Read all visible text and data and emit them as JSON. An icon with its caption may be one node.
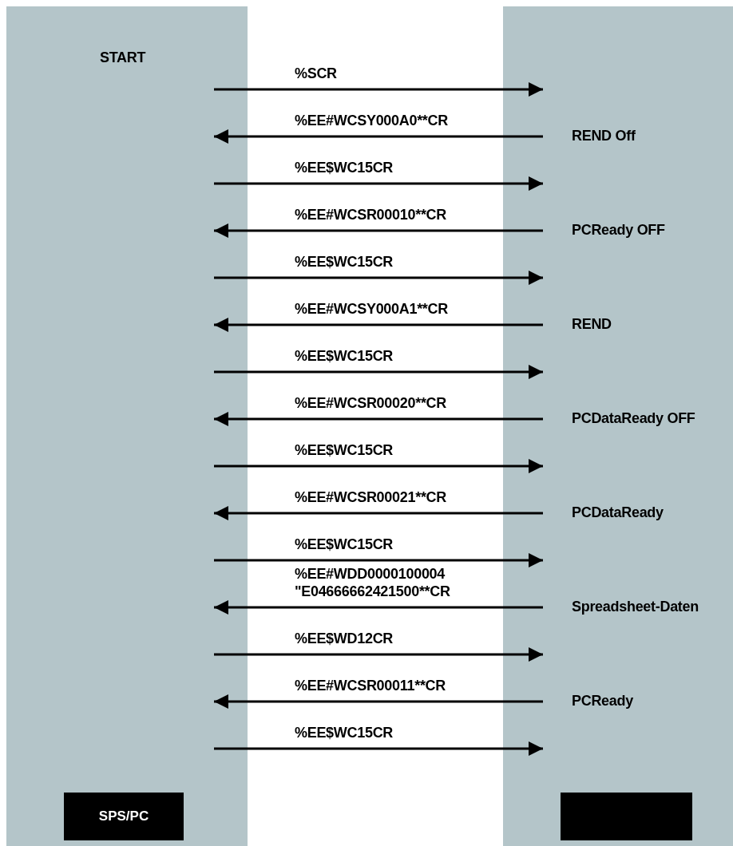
{
  "diagram": {
    "nodes": [
      {
        "text": [],
        "shape": "bar"
      },
      {
        "text": [],
        "shape": "bar"
      },
      {
        "text": [
          "SPS/PC"
        ],
        "in": 0
      },
      {
        "text": [],
        "shape": "box",
        "in": 1
      }
    ],
    "edges": [
      {
        "from": 0,
        "to": 1,
        "arrow": "to",
        "label": "%SCR"
      },
      {
        "from": 1,
        "to": 0,
        "arrow": "to",
        "label": "%EE#WCSY000A0**CR"
      },
      {
        "from": 0,
        "to": 1,
        "arrow": "to",
        "label": "%EE$WC15CR"
      },
      {
        "from": 1,
        "to": 0,
        "arrow": "to",
        "label": "%EE#WCSR00010**CR"
      },
      {
        "from": 0,
        "to": 1,
        "arrow": "to",
        "label": "%EE$WC15CR"
      },
      {
        "from": 1,
        "to": 0,
        "arrow": "to",
        "label": "%EE#WCSY000A1**CR"
      },
      {
        "from": 0,
        "to": 1,
        "arrow": "to",
        "label": "%EE$WC15CR"
      },
      {
        "from": 1,
        "to": 0,
        "arrow": "to",
        "label": "%EE#WCSR00020**CR"
      },
      {
        "from": 0,
        "to": 1,
        "arrow": "to",
        "label": "%EE$WC15CR"
      },
      {
        "from": 1,
        "to": 0,
        "arrow": "to",
        "label": "%EE#WCSR00021**CR"
      },
      {
        "from": 0,
        "to": 1,
        "arrow": "to",
        "label": "%EE$WC15CR"
      },
      {
        "from": 1,
        "to": 0,
        "arrow": "to",
        "label": "%EE#WDD0000100004 \"E04666662421500**CR"
      },
      {
        "from": 0,
        "to": 1,
        "arrow": "to",
        "label": "%EE$WD12CR"
      },
      {
        "from": 1,
        "to": 0,
        "arrow": "to",
        "label": "%EE#WCSR00011**CR"
      },
      {
        "from": 0,
        "to": 1,
        "arrow": "to",
        "label": "%EE$WC15CR"
      }
    ],
    "labels": [
      "START",
      "REND Off",
      "PCReady OFF",
      "REND",
      "PCDataReady OFF",
      "PCDataReady",
      "Spreadsheet-Daten",
      "PCReady"
    ]
  }
}
